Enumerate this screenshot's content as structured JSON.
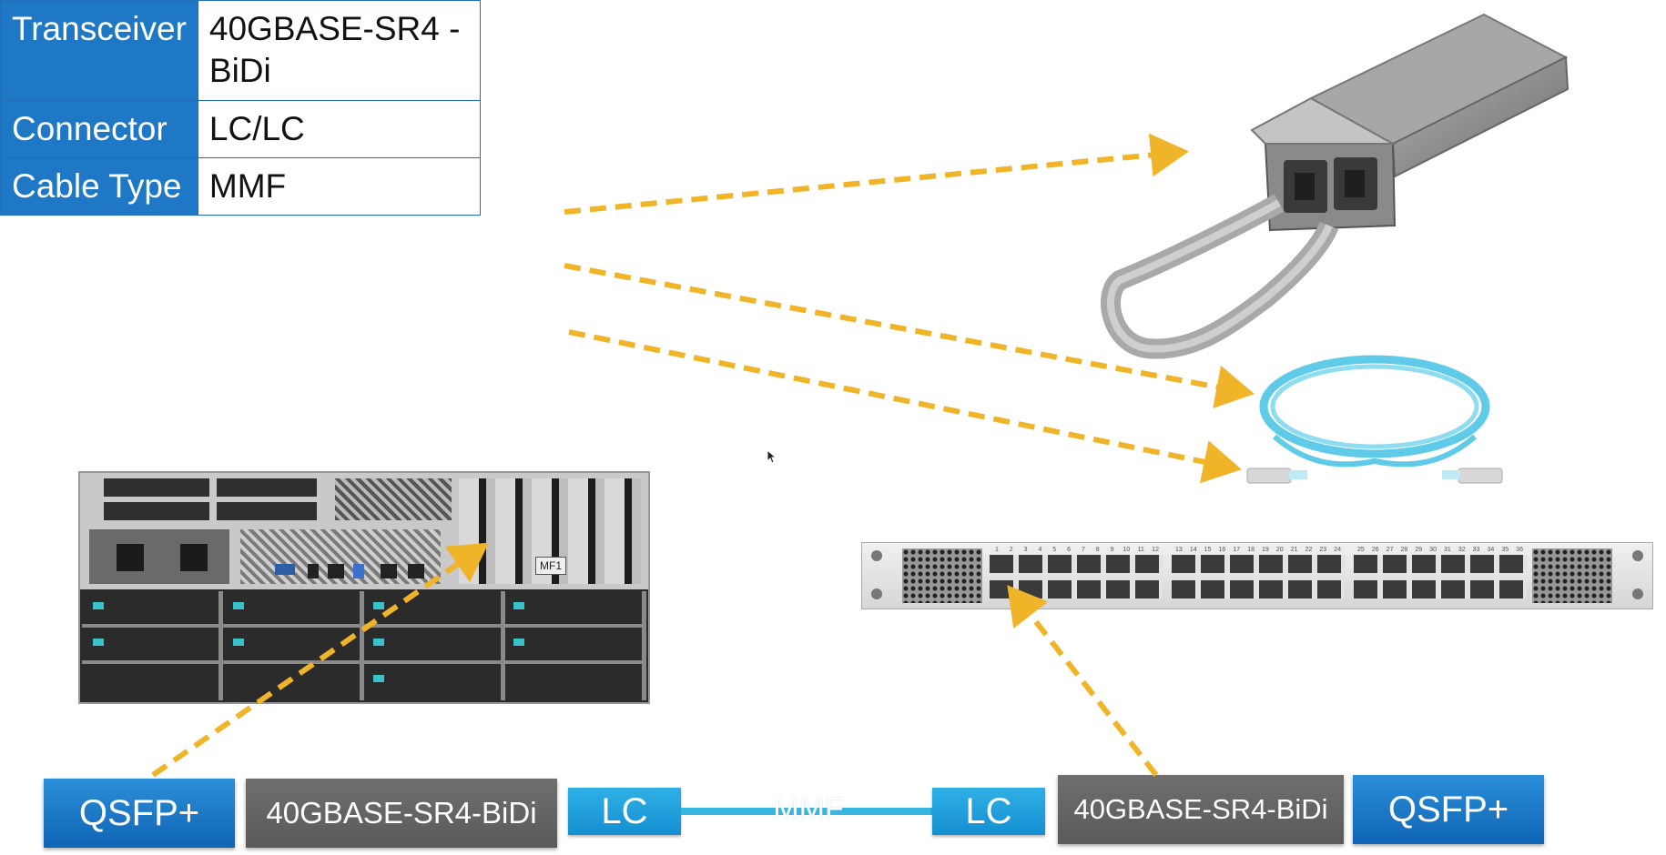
{
  "spec_table": {
    "rows": [
      {
        "key": "Transceiver",
        "value": "40GBASE-SR4 - BiDi"
      },
      {
        "key": "Connector",
        "value": "LC/LC"
      },
      {
        "key": "Cable Type",
        "value": "MMF"
      }
    ]
  },
  "switch_ports": {
    "group1": [
      "1",
      "2",
      "3",
      "4",
      "5",
      "6",
      "7",
      "8",
      "9",
      "10",
      "11",
      "12"
    ],
    "group2": [
      "13",
      "14",
      "15",
      "16",
      "17",
      "18",
      "19",
      "20",
      "21",
      "22",
      "23",
      "24"
    ],
    "group3": [
      "25",
      "26",
      "27",
      "28",
      "29",
      "30",
      "31",
      "32",
      "33",
      "34",
      "35",
      "36"
    ]
  },
  "server": {
    "slot_label": "MF1"
  },
  "chain": {
    "left_port": "QSFP+",
    "left_transceiver": "40GBASE-SR4-BiDi",
    "left_connector": "LC",
    "cable_label": "MMF",
    "right_connector": "LC",
    "right_transceiver": "40GBASE-SR4-BiDi",
    "right_port": "QSFP+"
  },
  "colors": {
    "arrow": "#f0b429",
    "table_key_bg": "#1e78c6",
    "blue_box": "#1a7acb",
    "gray_box": "#636363",
    "cable": "#36b6e0"
  },
  "icons": [
    "qsfp-transceiver-image",
    "fiber-cable-image",
    "server-image",
    "switch-image",
    "mouse-cursor-icon"
  ]
}
